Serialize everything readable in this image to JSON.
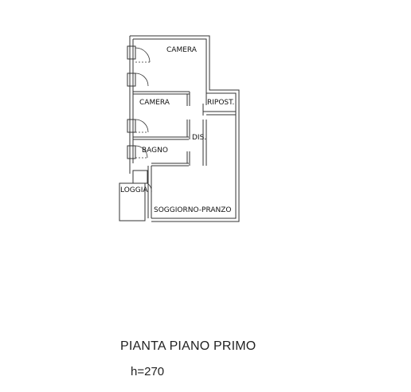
{
  "plan": {
    "rooms": [
      {
        "id": "camera-1",
        "label": "CAMERA"
      },
      {
        "id": "camera-2",
        "label": "CAMERA"
      },
      {
        "id": "ripost",
        "label": "RIPOST."
      },
      {
        "id": "dis",
        "label": "DIS."
      },
      {
        "id": "bagno",
        "label": "BAGNO"
      },
      {
        "id": "loggia",
        "label": "LOGGIA"
      },
      {
        "id": "soggiorno",
        "label": "SOGGIORNO-PRANZO"
      }
    ]
  },
  "caption": {
    "title": "PIANTA PIANO PRIMO",
    "height": "h=270"
  }
}
